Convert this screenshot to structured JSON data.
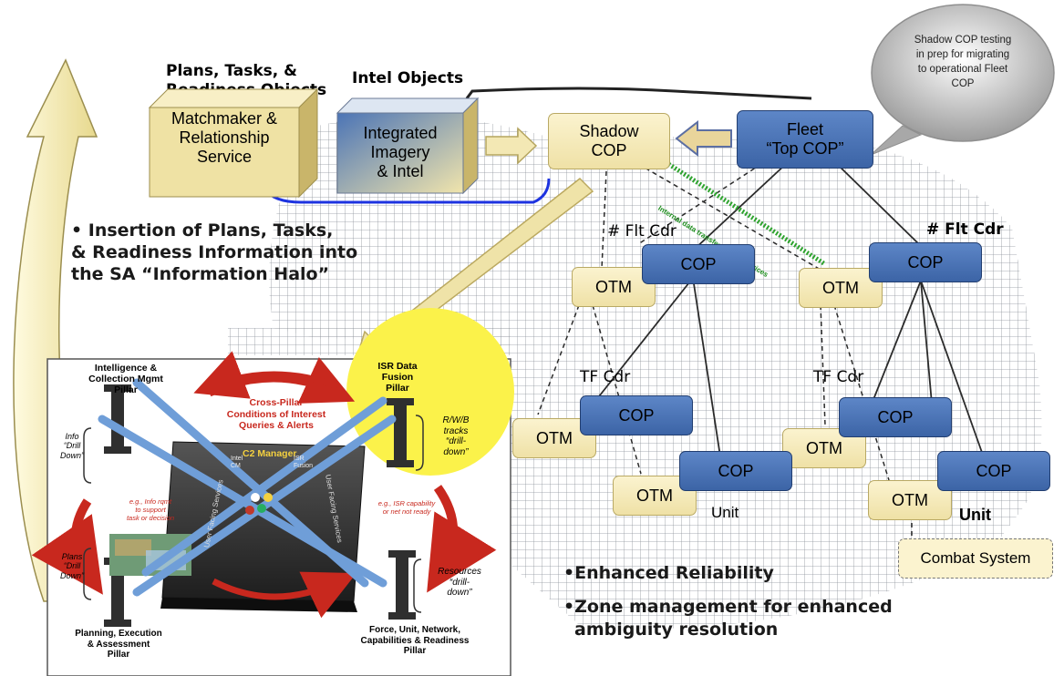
{
  "header_labels": {
    "plans_objects": [
      "Plans, Tasks, &",
      "Readiness Objects"
    ],
    "intel_objects": "Intel Objects"
  },
  "boxes": {
    "matchmaker": [
      "Matchmaker &",
      "Relationship",
      "Service"
    ],
    "integrated": [
      "Integrated",
      "Imagery",
      "& Intel"
    ],
    "shadow_cop": [
      "Shadow",
      "COP"
    ],
    "fleet_cop": [
      "Fleet",
      "“Top COP”"
    ],
    "cop": "COP",
    "otm": "OTM",
    "combat_system": "Combat System"
  },
  "callout": [
    "Shadow COP testing",
    "in prep for migrating",
    "to operational Fleet",
    "COP"
  ],
  "labels": {
    "flt_cdr": "# Flt Cdr",
    "tf_cdr": "TF Cdr",
    "unit": "Unit",
    "green_link": "Internal data transfer & data services"
  },
  "bullets": {
    "halo": [
      "• Insertion of Plans, Tasks,",
      "& Readiness Information into",
      "the SA “Information Halo”"
    ],
    "reliability": "•Enhanced Reliability",
    "zone": [
      "•Zone management for enhanced",
      "ambiguity resolution"
    ]
  },
  "inset": {
    "pillar_intel": [
      "Intelligence &",
      "Collection Mgmt",
      "Pillar"
    ],
    "pillar_isr": [
      "ISR Data",
      "Fusion",
      "Pillar"
    ],
    "pillar_planning": [
      "Planning, Execution",
      "& Assessment",
      "Pillar"
    ],
    "pillar_force": [
      "Force, Unit, Network,",
      "Capabilities & Readiness",
      "Pillar"
    ],
    "cross_pillar": [
      "Cross-Pillar",
      "Conditions of Interest",
      "Queries & Alerts"
    ],
    "c2_manager": "C2 Manager",
    "rwb_tracks": [
      "R/W/B",
      "tracks",
      "“drill-",
      "down”"
    ],
    "resources": [
      "Resources",
      "“drill-",
      "down”"
    ],
    "left_bracket_top": [
      "Info",
      "“Drill",
      "Down”"
    ],
    "left_bracket_bottom": [
      "Plans",
      "“Drill",
      "Down”"
    ],
    "note_left": [
      "e.g., Info rqmt",
      "to support",
      "task or decision"
    ],
    "note_right": [
      "e.g., ISR capability",
      "or net not ready"
    ],
    "user_facing": "User Facing Services",
    "intel_cm": [
      "Intel",
      "CM"
    ],
    "isr_fusion": [
      "ISR",
      "Fusion"
    ]
  },
  "colors": {
    "tan": "#f5ebbb",
    "blue": "#4f78bb",
    "halo_yellow": "#fbf24a",
    "red_arrow": "#c8281e",
    "grid": "#9aa0a6"
  }
}
